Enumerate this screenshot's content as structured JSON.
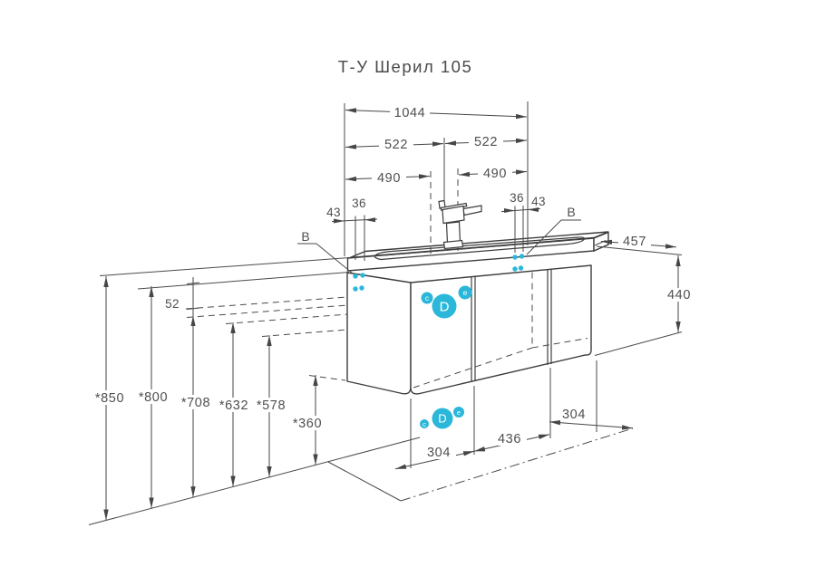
{
  "title": "Т-У Шерил 105",
  "colors": {
    "accent_blue": "#2bb7d9",
    "line": "#424242",
    "text": "#4f4f4f",
    "background": "#ffffff"
  },
  "dimensions": {
    "overall_width": "1044",
    "half_width_left": "522",
    "half_width_right": "522",
    "offset_left_490": "490",
    "offset_right_490": "490",
    "mount_43_left": "43",
    "mount_36_left": "36",
    "mount_36_right": "36",
    "mount_43_right": "43",
    "depth": "457",
    "cabinet_height": "440",
    "countertop_band": "52",
    "mounting_heights": [
      "*850",
      "*800",
      "*708",
      "*632",
      "*578",
      "*360"
    ],
    "bottom_widths": [
      "304",
      "436",
      "304"
    ]
  },
  "callouts": {
    "wall_mount_point": "В",
    "door_marker": "D",
    "door_marker_small_left": "с",
    "door_marker_small_right": "е"
  }
}
